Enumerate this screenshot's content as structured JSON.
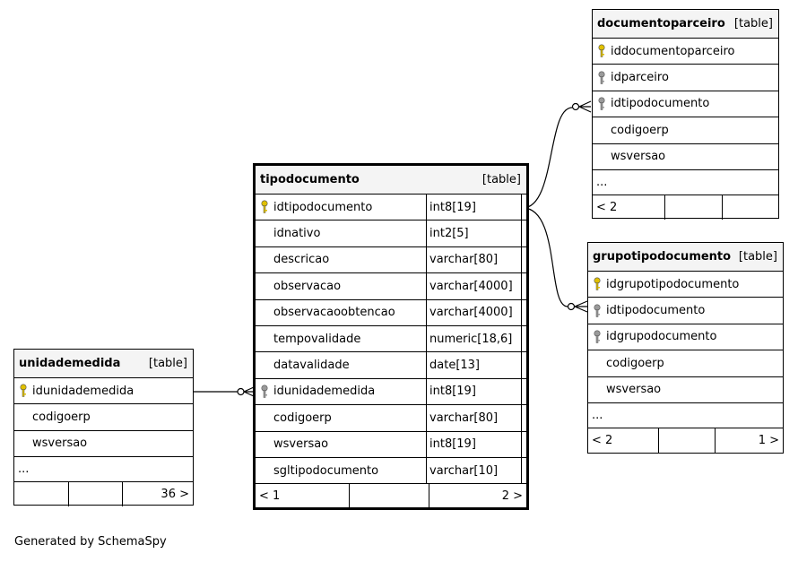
{
  "tipodocumento": {
    "name": "tipodocumento",
    "kind": "[table]",
    "columns": [
      {
        "name": "idtipodocumento",
        "type": "int8[19]",
        "key": "primary"
      },
      {
        "name": "idnativo",
        "type": "int2[5]",
        "key": ""
      },
      {
        "name": "descricao",
        "type": "varchar[80]",
        "key": ""
      },
      {
        "name": "observacao",
        "type": "varchar[4000]",
        "key": ""
      },
      {
        "name": "observacaoobtencao",
        "type": "varchar[4000]",
        "key": ""
      },
      {
        "name": "tempovalidade",
        "type": "numeric[18,6]",
        "key": ""
      },
      {
        "name": "datavalidade",
        "type": "date[13]",
        "key": ""
      },
      {
        "name": "idunidademedida",
        "type": "int8[19]",
        "key": "foreign"
      },
      {
        "name": "codigoerp",
        "type": "varchar[80]",
        "key": ""
      },
      {
        "name": "wsversao",
        "type": "int8[19]",
        "key": ""
      },
      {
        "name": "sgltipodocumento",
        "type": "varchar[10]",
        "key": ""
      }
    ],
    "footer": {
      "left": "< 1",
      "middle": "",
      "right": "2 >"
    }
  },
  "unidademedida": {
    "name": "unidademedida",
    "kind": "[table]",
    "columns": [
      {
        "name": "idunidademedida",
        "key": "primary"
      },
      {
        "name": "codigoerp",
        "key": ""
      },
      {
        "name": "wsversao",
        "key": ""
      }
    ],
    "ellipsis": "...",
    "footer": {
      "left": "",
      "middle": "",
      "right": "36 >"
    }
  },
  "documentoparceiro": {
    "name": "documentoparceiro",
    "kind": "[table]",
    "columns": [
      {
        "name": "iddocumentoparceiro",
        "key": "primary"
      },
      {
        "name": "idparceiro",
        "key": "foreign"
      },
      {
        "name": "idtipodocumento",
        "key": "foreign"
      },
      {
        "name": "codigoerp",
        "key": ""
      },
      {
        "name": "wsversao",
        "key": ""
      }
    ],
    "ellipsis": "...",
    "footer": {
      "left": "< 2",
      "middle": "",
      "right": ""
    }
  },
  "grupotipodocumento": {
    "name": "grupotipodocumento",
    "kind": "[table]",
    "columns": [
      {
        "name": "idgrupotipodocumento",
        "key": "primary"
      },
      {
        "name": "idtipodocumento",
        "key": "foreign"
      },
      {
        "name": "idgrupodocumento",
        "key": "foreign"
      },
      {
        "name": "codigoerp",
        "key": ""
      },
      {
        "name": "wsversao",
        "key": ""
      }
    ],
    "ellipsis": "...",
    "footer": {
      "left": "< 2",
      "middle": "",
      "right": "1 >"
    }
  },
  "colors": {
    "primary_key": "#e0c000",
    "foreign_key": "#9a9a9a",
    "header_bg": "#f4f4f4"
  },
  "footer_text": "Generated by SchemaSpy"
}
